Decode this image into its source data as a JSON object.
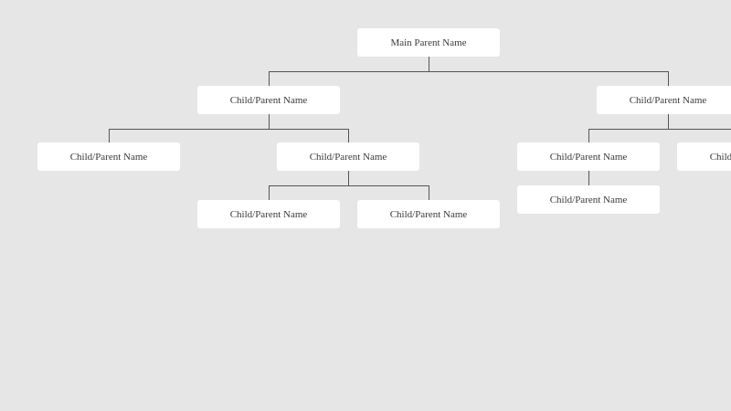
{
  "theme": {
    "background": "#e6e6e6",
    "node_fill": "#ffffff",
    "node_text": "#3a3a3a",
    "connector": "#555555"
  },
  "org_chart": {
    "root": {
      "label": "Main Parent Name"
    },
    "level1": [
      {
        "label": "Child/Parent Name"
      },
      {
        "label": "Child/Parent Name"
      }
    ],
    "level2": [
      {
        "label": "Child/Parent Name"
      },
      {
        "label": "Child/Parent Name"
      },
      {
        "label": "Child/Parent Name"
      },
      {
        "label": "Child/Parent Name"
      }
    ],
    "level3": [
      {
        "label": "Child/Parent Name"
      },
      {
        "label": "Child/Parent Name"
      },
      {
        "label": "Child/Parent Name"
      }
    ]
  }
}
